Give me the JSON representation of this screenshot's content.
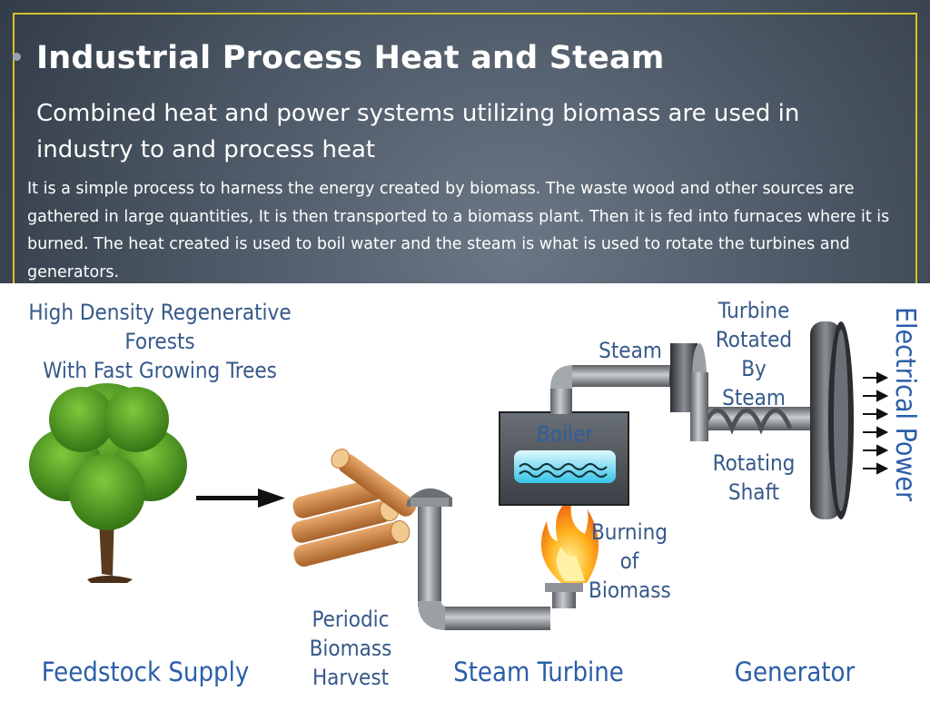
{
  "slide": {
    "title": "Industrial Process Heat and Steam",
    "subtitle": "Combined heat and power systems utilizing biomass are used in industry to and process heat",
    "body": "It is a simple process to harness the energy created by biomass. The waste wood and other sources are gathered in large quantities, It is then transported to a biomass plant. Then it is fed into furnaces where it is burned. The heat created is used to boil water and the steam is what is used to rotate the turbines and generators."
  },
  "diagram": {
    "forest_label_line1": "High Density Regenerative Forests",
    "forest_label_line2": "With Fast Growing Trees",
    "harvest_label_line1": "Periodic",
    "harvest_label_line2": "Biomass",
    "harvest_label_line3": "Harvest",
    "steam_label": "Steam",
    "boiler_label": "Boiler",
    "burning_label_line1": "Burning",
    "burning_label_line2": "of",
    "burning_label_line3": "Biomass",
    "turbine_label_line1": "Turbine",
    "turbine_label_line2": "Rotated",
    "turbine_label_line3": "By Steam",
    "shaft_label_line1": "Rotating",
    "shaft_label_line2": "Shaft",
    "power_label": "Electrical Power",
    "stage_feedstock": "Feedstock Supply",
    "stage_turbine": "Steam Turbine",
    "stage_generator": "Generator"
  },
  "colors": {
    "frame": "#d6c424",
    "label_blue": "#36598a",
    "pipe_gray": "#8f9499"
  },
  "icons": [
    "tree-icon",
    "logs-icon",
    "flame-icon",
    "boiler-icon",
    "turbine-icon",
    "generator-icon",
    "pipe-icon",
    "arrow-icon"
  ]
}
